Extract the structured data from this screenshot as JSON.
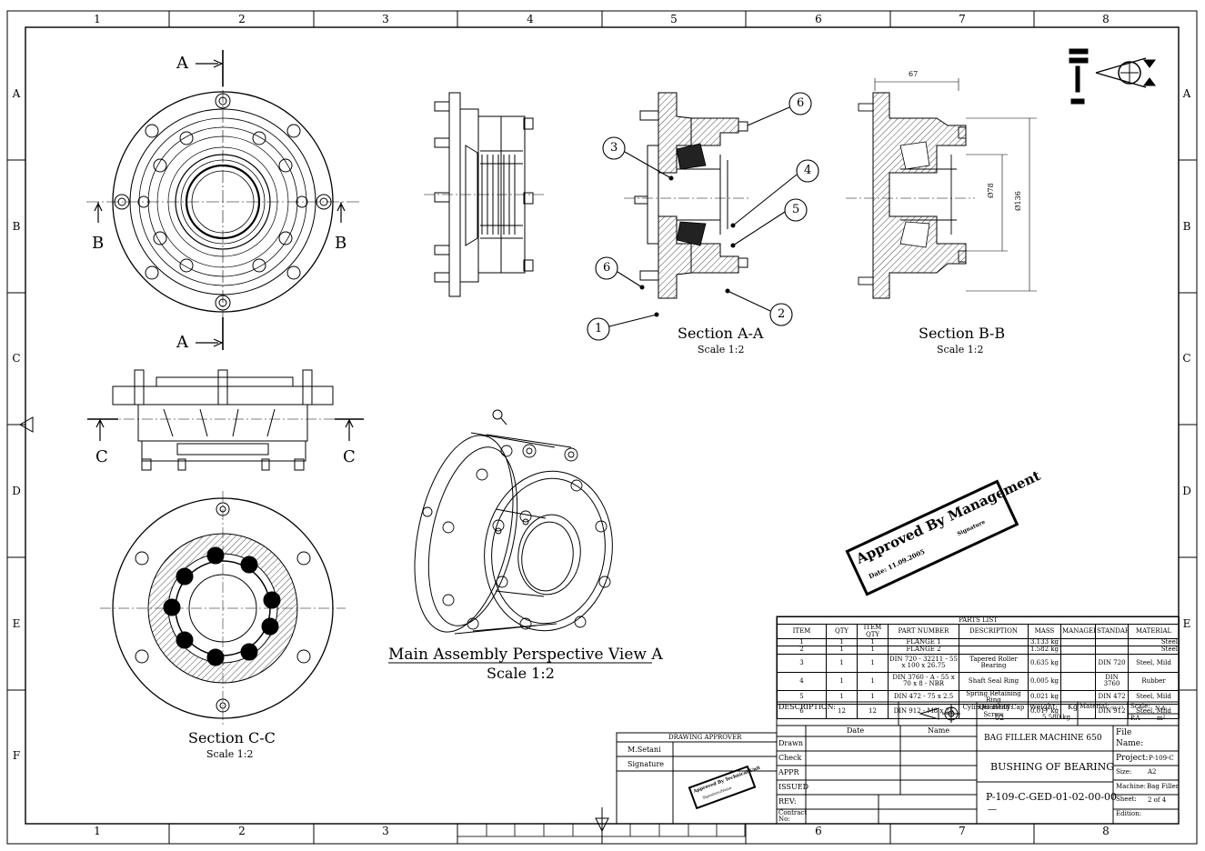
{
  "zones": {
    "columns": [
      "1",
      "2",
      "3",
      "4",
      "5",
      "6",
      "7",
      "8"
    ],
    "rows": [
      "A",
      "B",
      "C",
      "D",
      "E",
      "F"
    ]
  },
  "views": {
    "front": {
      "cut_a_top": "A",
      "cut_a_bottom": "A",
      "cut_b_left": "B",
      "cut_b_right": "B"
    },
    "side_c": {
      "left": "C",
      "right": "C"
    },
    "section_aa": {
      "title": "Section A-A",
      "scale": "Scale 1:2",
      "balloons": [
        "1",
        "2",
        "3",
        "4",
        "5",
        "6",
        "6"
      ]
    },
    "section_bb": {
      "title": "Section B-B",
      "scale": "Scale 1:2",
      "dim_width": "67",
      "dim_d1": "Ø78",
      "dim_d2": "Ø136"
    },
    "section_cc": {
      "title": "Section C-C",
      "scale": "Scale 1:2"
    },
    "perspective": {
      "title": "Main Assembly Perspective View A",
      "scale": "Scale 1:2"
    }
  },
  "stamp": {
    "title": "Approved By Management",
    "date": "Date: 11.09.2005",
    "sign": "Signature"
  },
  "parts_list": {
    "title": "PARTS LIST",
    "headers": [
      "ITEM",
      "QTY",
      "ITEM QTY",
      "PART NUMBER",
      "DESCRIPTION",
      "MASS",
      "MANAGER",
      "STANDARD",
      "MATERIAL"
    ],
    "rows": [
      [
        "1",
        "1",
        "1",
        "FLANGE 1",
        "",
        "3.133 kg",
        "",
        "",
        "Steel"
      ],
      [
        "2",
        "1",
        "1",
        "FLANGE 2",
        "",
        "1.582 kg",
        "",
        "",
        "Steel"
      ],
      [
        "3",
        "1",
        "1",
        "DIN 720 - 32211 - 55 x 100 x 26.75",
        "Tapered Roller Bearing",
        "0.635 kg",
        "",
        "DIN 720",
        "Steel, Mild"
      ],
      [
        "4",
        "1",
        "1",
        "DIN 3760 - A - 55 x 70 x 8 - NBR",
        "Shaft Seal Ring",
        "0.005 kg",
        "",
        "DIN 3760",
        "Rubber"
      ],
      [
        "5",
        "1",
        "1",
        "DIN 472 - 75 x 2.5",
        "Spring Retaining Ring",
        "0.021 kg",
        "",
        "DIN 472",
        "Steel, Mild"
      ],
      [
        "6",
        "12",
        "12",
        "DIN 912 - M8 x 25",
        "Cylinder Head Cap Screw",
        "0.017 kg",
        "",
        "DIN 912",
        "Steel, Mild"
      ]
    ]
  },
  "title_block": {
    "description_label": "DESCRIPTION:",
    "quantity_label": "Quantity:",
    "quantity_value": "02",
    "weight_label": "Weight:",
    "weight_unit": "Kg",
    "weight_value": "5.580 kg",
    "material_label": "Material:",
    "material_value": "St-37",
    "scale_label": "Scale:",
    "scale_value": "N-A",
    "area_label": "P.A",
    "area_unit": "m²",
    "date_col": "Date",
    "name_col": "Name",
    "row_labels": [
      "Drawn",
      "Check",
      "APPR",
      "ISSUED",
      "REV:",
      "Contract No:"
    ],
    "machine_title": "BAG FILLER MACHINE 650",
    "part_title": "BUSHING OF BEARING",
    "drawing_number": "P-109-C-GED-01-02-00-00",
    "drawing_suffix": "—",
    "file_label": "File",
    "name_label": "Name:",
    "project_label": "Project:",
    "project_value": "P-109-C",
    "size_label": "Size:",
    "size_value": "A2",
    "machine_label": "Machine:",
    "machine_value": "Bag Filler",
    "sheet_label": "Sheet:",
    "sheet_value": "2 of 4",
    "edition_label": "Edition:"
  },
  "approver_block": {
    "title": "DRAWING APPROVER",
    "name": "M.Setani",
    "signature_label": "Signature",
    "stamp_text": "Approved By Technical Unit",
    "stamp_sub": "Signature/Name"
  }
}
